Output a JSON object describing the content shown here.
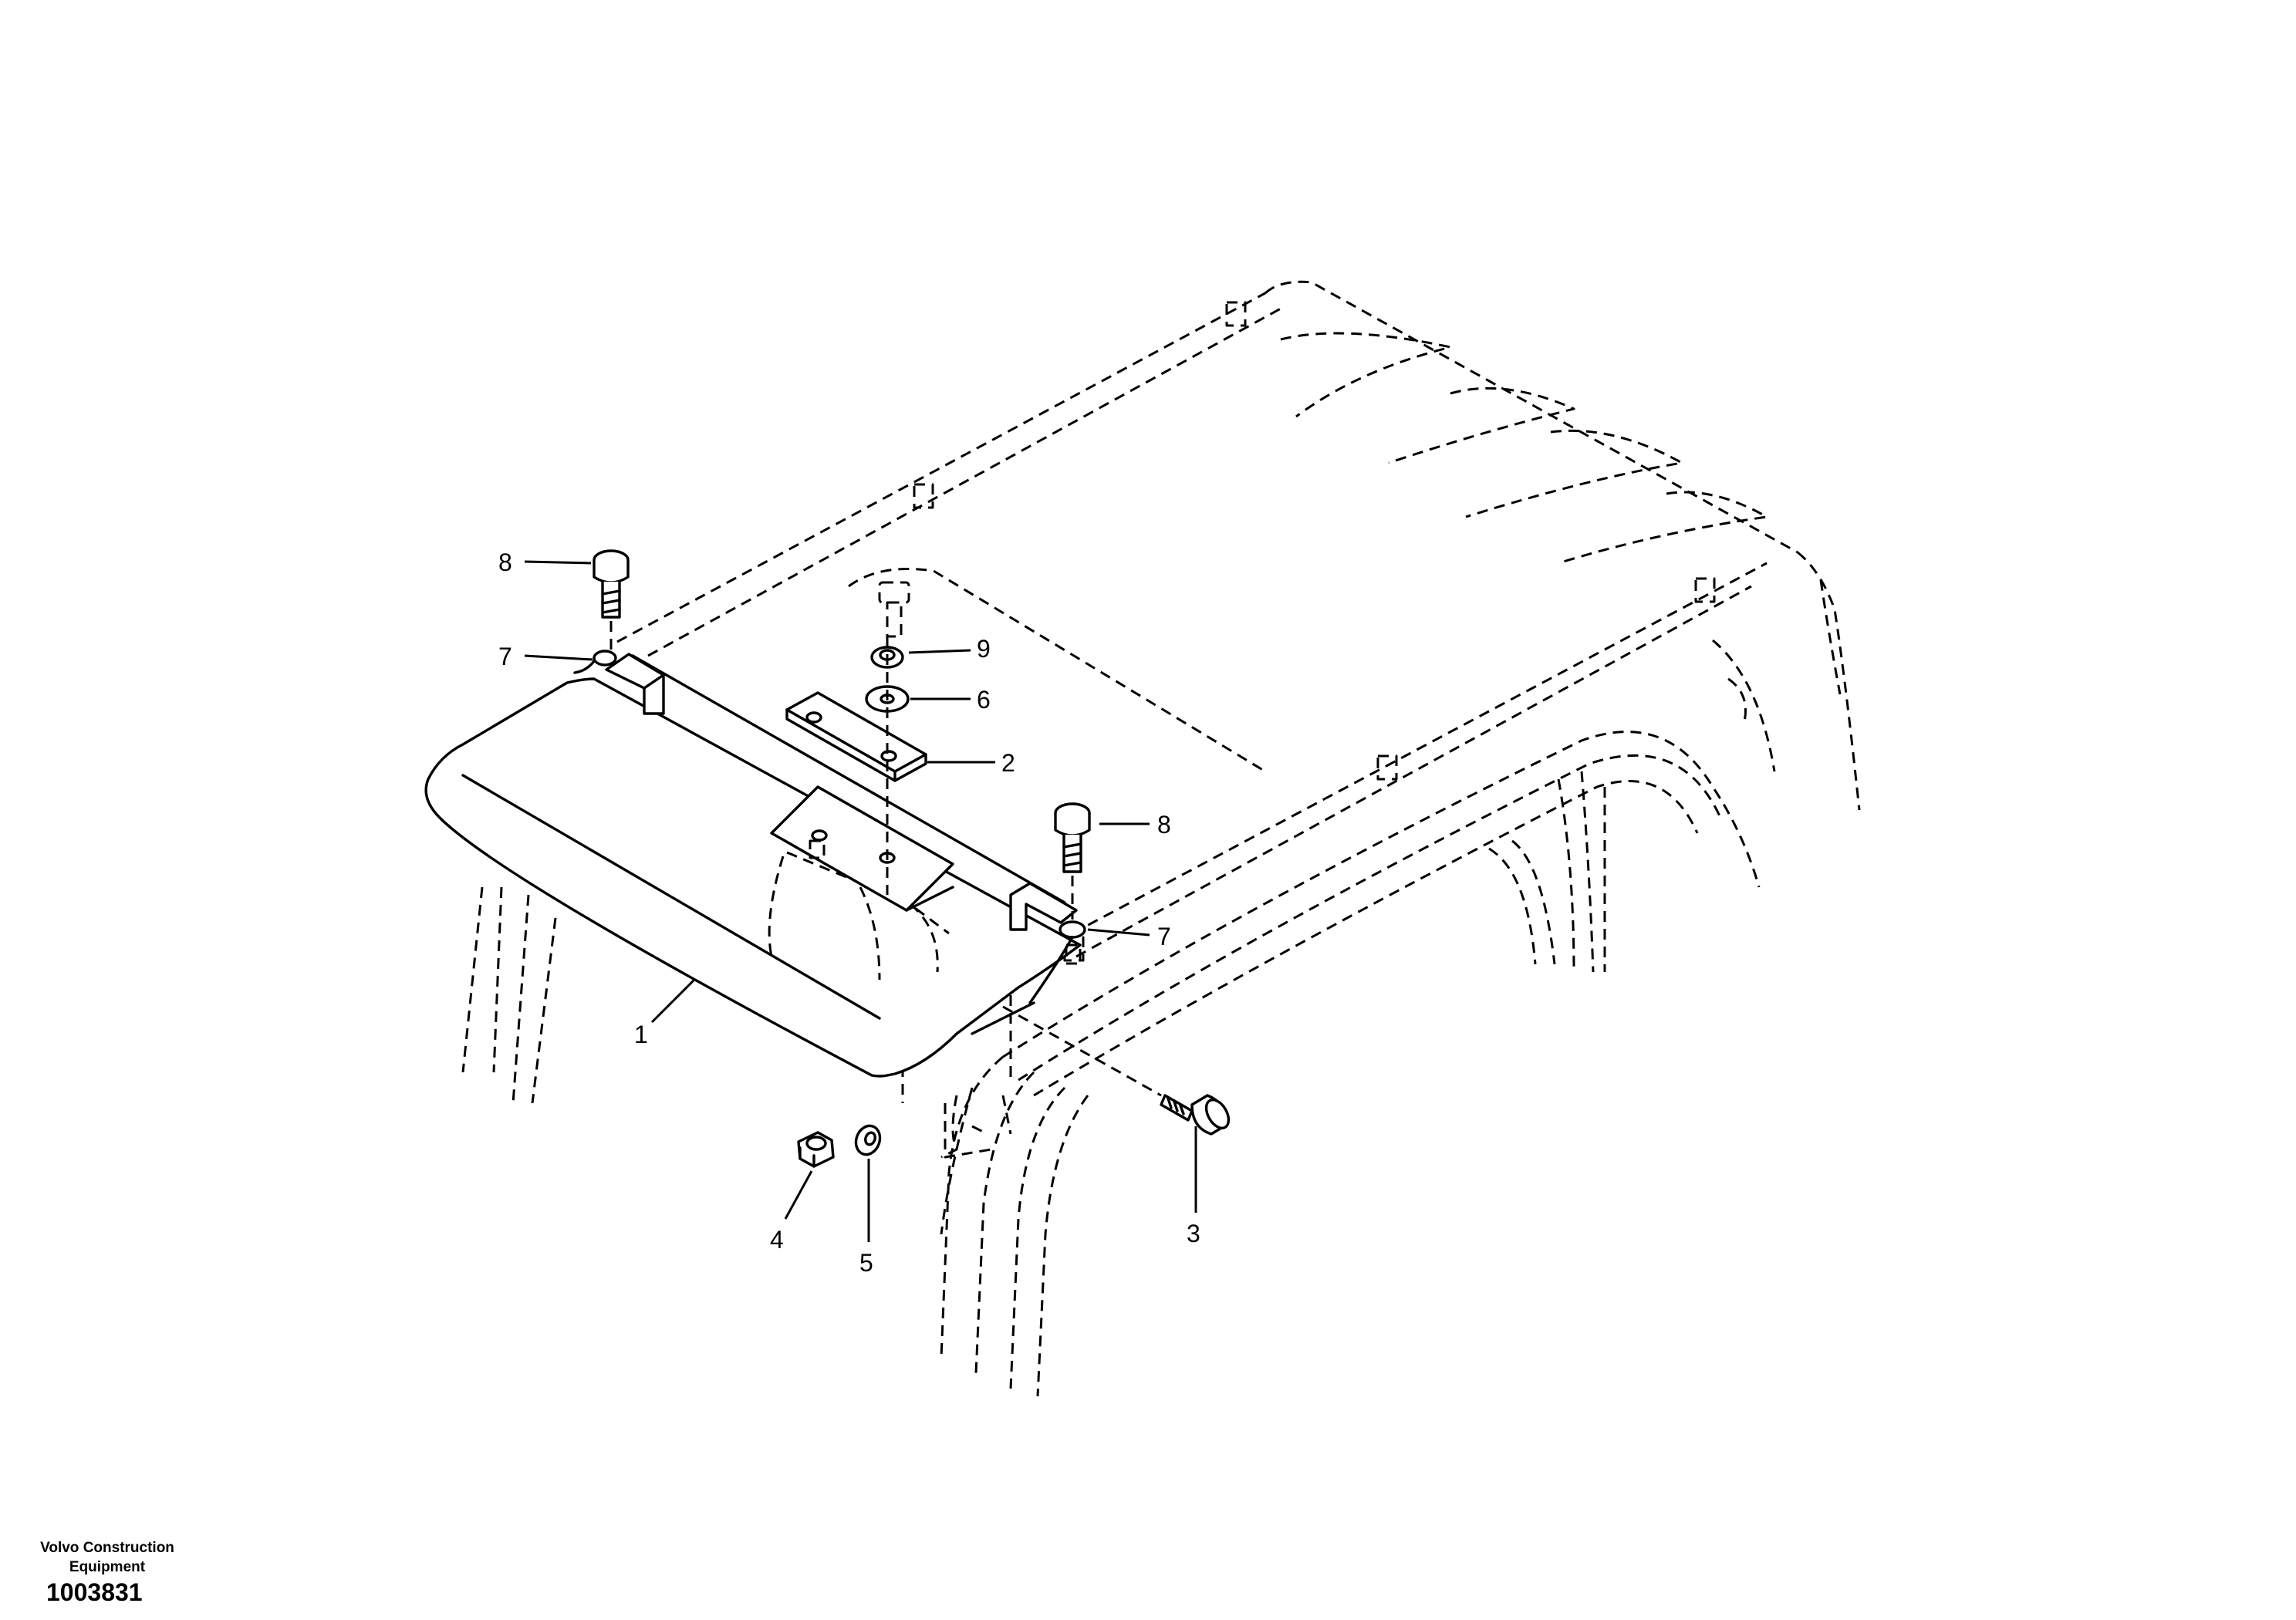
{
  "footer": {
    "company_line1": "Volvo Construction",
    "company_line2": "Equipment",
    "drawing_number": "1003831"
  },
  "callouts": {
    "c1": "1",
    "c2": "2",
    "c3": "3",
    "c4": "4",
    "c5": "5",
    "c6": "6",
    "c7a": "7",
    "c7b": "7",
    "c8a": "8",
    "c8b": "8",
    "c9": "9"
  },
  "colors": {
    "line": "#000000",
    "background": "#ffffff"
  }
}
